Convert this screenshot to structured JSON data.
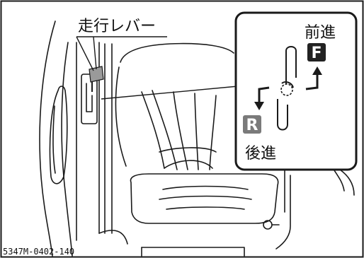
{
  "figure": {
    "lever_label": "走行レバー",
    "forward_label": "前進",
    "reverse_label": "後進",
    "forward_badge": "F",
    "reverse_badge": "R",
    "figure_id": "5347M-0402-140"
  },
  "colors": {
    "line": "#1a1a1a",
    "forward_badge_bg": "#222222",
    "reverse_badge_bg": "#7a7a7a",
    "badge_text": "#ffffff",
    "lever_knob": "#9a9a9a"
  }
}
